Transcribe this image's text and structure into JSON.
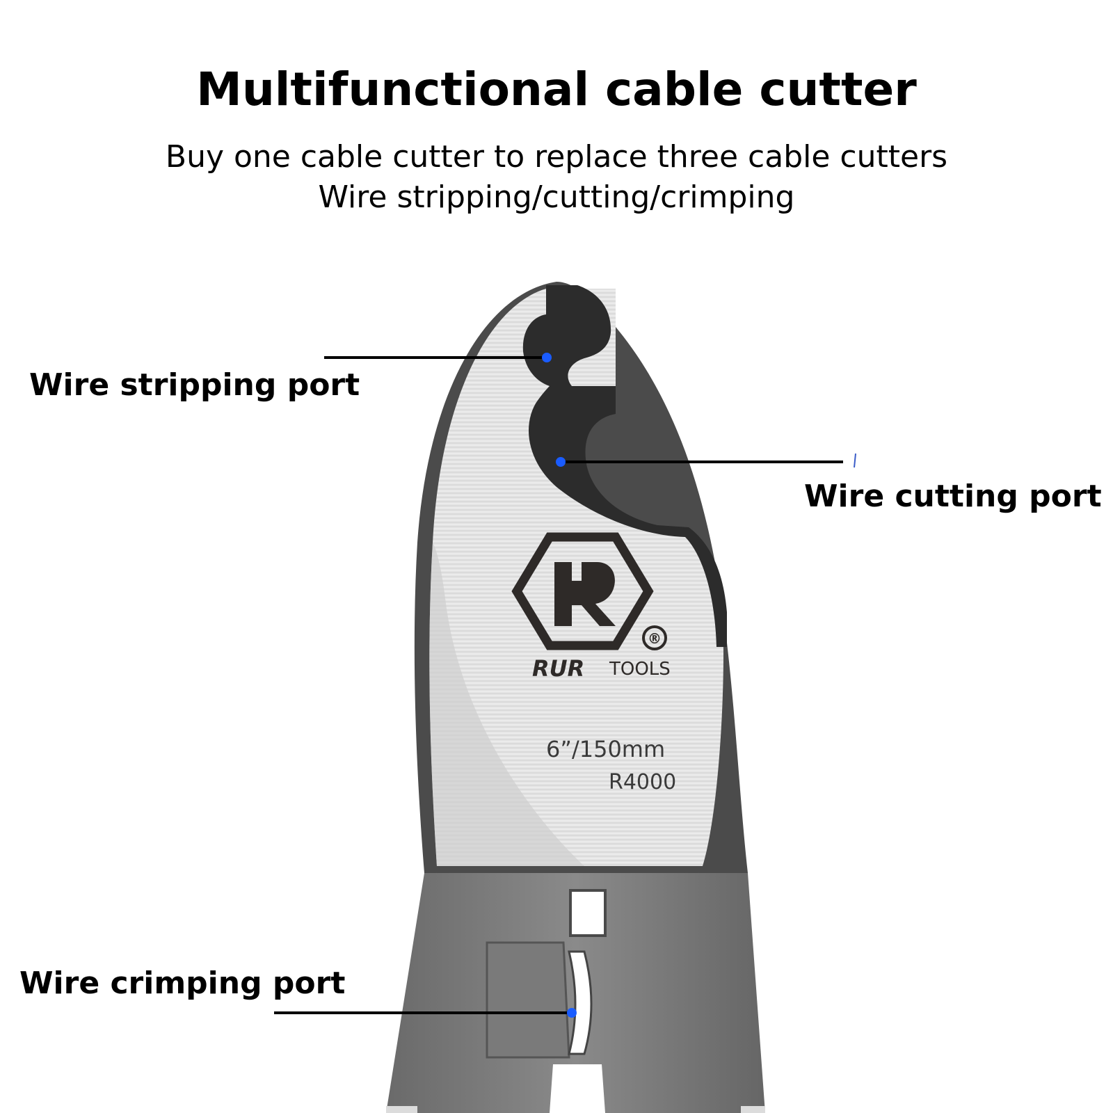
{
  "header": {
    "title": "Multifunctional cable cutter",
    "subtitle_line1": "Buy one cable cutter to replace three cable cutters",
    "subtitle_line2": "Wire stripping/cutting/crimping"
  },
  "callouts": {
    "stripping": "Wire stripping port",
    "cutting": "Wire cutting port",
    "crimping": "Wire crimping port"
  },
  "blade": {
    "brand_mark": "RUR",
    "brand_suffix": "TOOLS",
    "registered_symbol": "®",
    "size": "6”/150mm",
    "model": "R4000"
  },
  "colors": {
    "marker_dot": "#1a5cff",
    "callout_line": "#000000",
    "blade_steel": "#e6e6e6",
    "blade_edge": "#3a3a3a",
    "handle_gray": "#6f6f6f"
  }
}
